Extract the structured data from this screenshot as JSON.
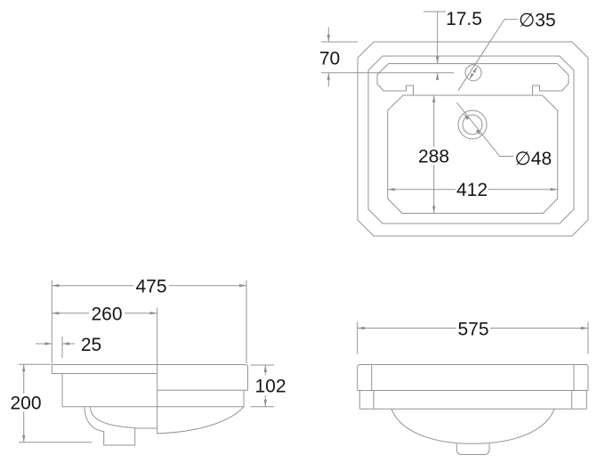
{
  "drawing": {
    "kind": "basin-technical-drawing",
    "line_color": "#949494",
    "text_color": "#161616",
    "background": "#ffffff",
    "views": {
      "plan": {
        "dims": {
          "tap_offset": "17.5",
          "tap_hole_dia": "∅35",
          "rim_to_tap": "70",
          "bowl_depth": "288",
          "waste_dia": "∅48",
          "bowl_width": "412"
        }
      },
      "side": {
        "dims": {
          "overall_depth": "475",
          "depth_to_section": "260",
          "back_offset": "25",
          "overall_height": "200",
          "front_height": "102"
        }
      },
      "front": {
        "dims": {
          "overall_width": "575"
        }
      }
    }
  }
}
